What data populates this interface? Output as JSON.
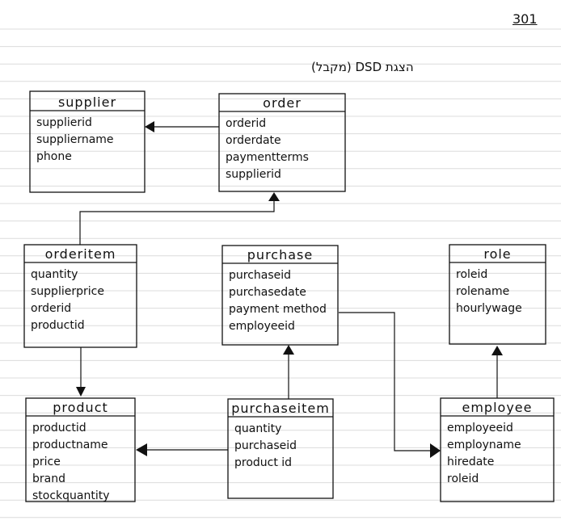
{
  "page": {
    "number": "301",
    "heading": "הצגת DSD (מקבל)"
  },
  "colors": {
    "paper": "#ffffff",
    "rule_line": "#dcdcdc",
    "ink": "#111111"
  },
  "entities": {
    "supplier": {
      "name": "supplier",
      "attributes": [
        "supplierid",
        "suppliername",
        "phone"
      ]
    },
    "order": {
      "name": "order",
      "attributes": [
        "orderid",
        "orderdate",
        "paymentterms",
        "supplierid"
      ]
    },
    "orderitem": {
      "name": "orderitem",
      "attributes": [
        "quantity",
        "supplierprice",
        "orderid",
        "productid"
      ]
    },
    "purchase": {
      "name": "purchase",
      "attributes": [
        "purchaseid",
        "purchasedate",
        "payment method",
        "employeeid"
      ]
    },
    "role": {
      "name": "role",
      "attributes": [
        "roleid",
        "rolename",
        "hourlywage"
      ]
    },
    "product": {
      "name": "product",
      "attributes": [
        "productid",
        "productname",
        "price",
        "brand",
        "stockquantity"
      ]
    },
    "purchaseitem": {
      "name": "purchaseitem",
      "attributes": [
        "quantity",
        "purchaseid",
        "product id"
      ]
    },
    "employee": {
      "name": "employee",
      "attributes": [
        "employeeid",
        "employname",
        "hiredate",
        "roleid"
      ]
    }
  }
}
